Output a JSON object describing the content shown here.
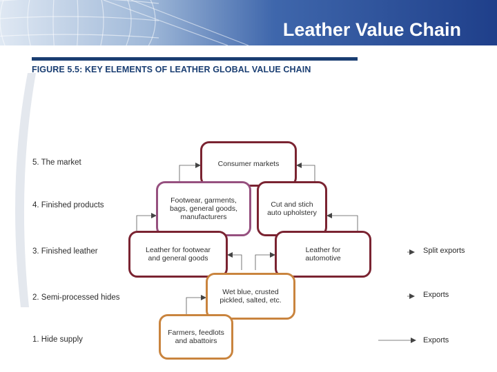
{
  "slide": {
    "title": "Leather Value Chain"
  },
  "figure": {
    "title": "FIGURE 5.5: KEY ELEMENTS OF LEATHER GLOBAL VALUE CHAIN"
  },
  "levels": [
    {
      "label": "5. The market"
    },
    {
      "label": "4. Finished products"
    },
    {
      "label": "3. Finished leather"
    },
    {
      "label": "2. Semi-processed hides"
    },
    {
      "label": "1. Hide supply"
    }
  ],
  "nodes": {
    "consumer_markets": "Consumer markets",
    "footwear_manufacturers": "Footwear, garments,\nbags, general goods,\nmanufacturers",
    "cut_and_stich": "Cut and stich\nauto upholstery",
    "leather_footwear": "Leather for footwear\nand general goods",
    "leather_automotive": "Leather for\nautomotive",
    "wet_blue": "Wet blue, crusted\npickled, salted, etc.",
    "farmers": "Farmers, feedlots\nand abattoirs"
  },
  "exports": [
    {
      "label": "Split exports"
    },
    {
      "label": "Exports"
    },
    {
      "label": "Exports"
    }
  ],
  "colors": {
    "header_dark": "#1f3f8a",
    "figure_title": "#1a3e72",
    "maroon": "#7a2331",
    "plum": "#96507f",
    "orange": "#c9843e"
  }
}
